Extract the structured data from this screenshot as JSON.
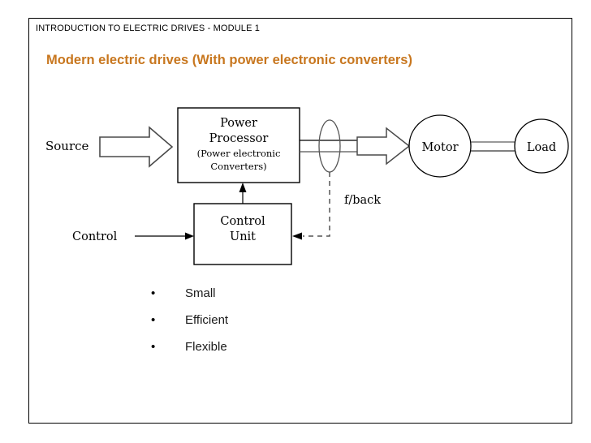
{
  "slide": {
    "header": "INTRODUCTION TO ELECTRIC DRIVES - MODULE 1",
    "title": "Modern electric drives (With power electronic converters)",
    "title_color": "#C8771F",
    "border_color": "#000000",
    "background": "#ffffff"
  },
  "diagram": {
    "type": "block-diagram",
    "nodes": {
      "source": {
        "label": "Source",
        "shape": "text"
      },
      "power_processor": {
        "line1": "Power",
        "line2": "Processor",
        "line3": "(Power electronic",
        "line4": "Converters)",
        "shape": "rectangle"
      },
      "sensor": {
        "label": "",
        "shape": "ellipse"
      },
      "motor": {
        "label": "Motor",
        "shape": "circle"
      },
      "load": {
        "label": "Load",
        "shape": "circle"
      },
      "control": {
        "label": "Control",
        "shape": "text"
      },
      "control_unit": {
        "line1": "Control",
        "line2": "Unit",
        "shape": "rectangle"
      },
      "feedback": {
        "label": "f/back",
        "shape": "text"
      }
    },
    "edges": [
      {
        "from": "source",
        "to": "power_processor",
        "style": "block-arrow"
      },
      {
        "from": "power_processor",
        "to": "motor",
        "style": "block-arrow-double-line"
      },
      {
        "from": "motor",
        "to": "load",
        "style": "double-line-shaft"
      },
      {
        "from": "control",
        "to": "control_unit",
        "style": "thin-arrow"
      },
      {
        "from": "control_unit",
        "to": "power_processor",
        "style": "thin-arrow-up"
      },
      {
        "from": "sensor",
        "to": "control_unit",
        "style": "dashed-arrow"
      }
    ]
  },
  "bullets": [
    {
      "marker": "•",
      "label": "Small"
    },
    {
      "marker": "•",
      "label": "Efficient"
    },
    {
      "marker": "•",
      "label": "Flexible"
    }
  ]
}
